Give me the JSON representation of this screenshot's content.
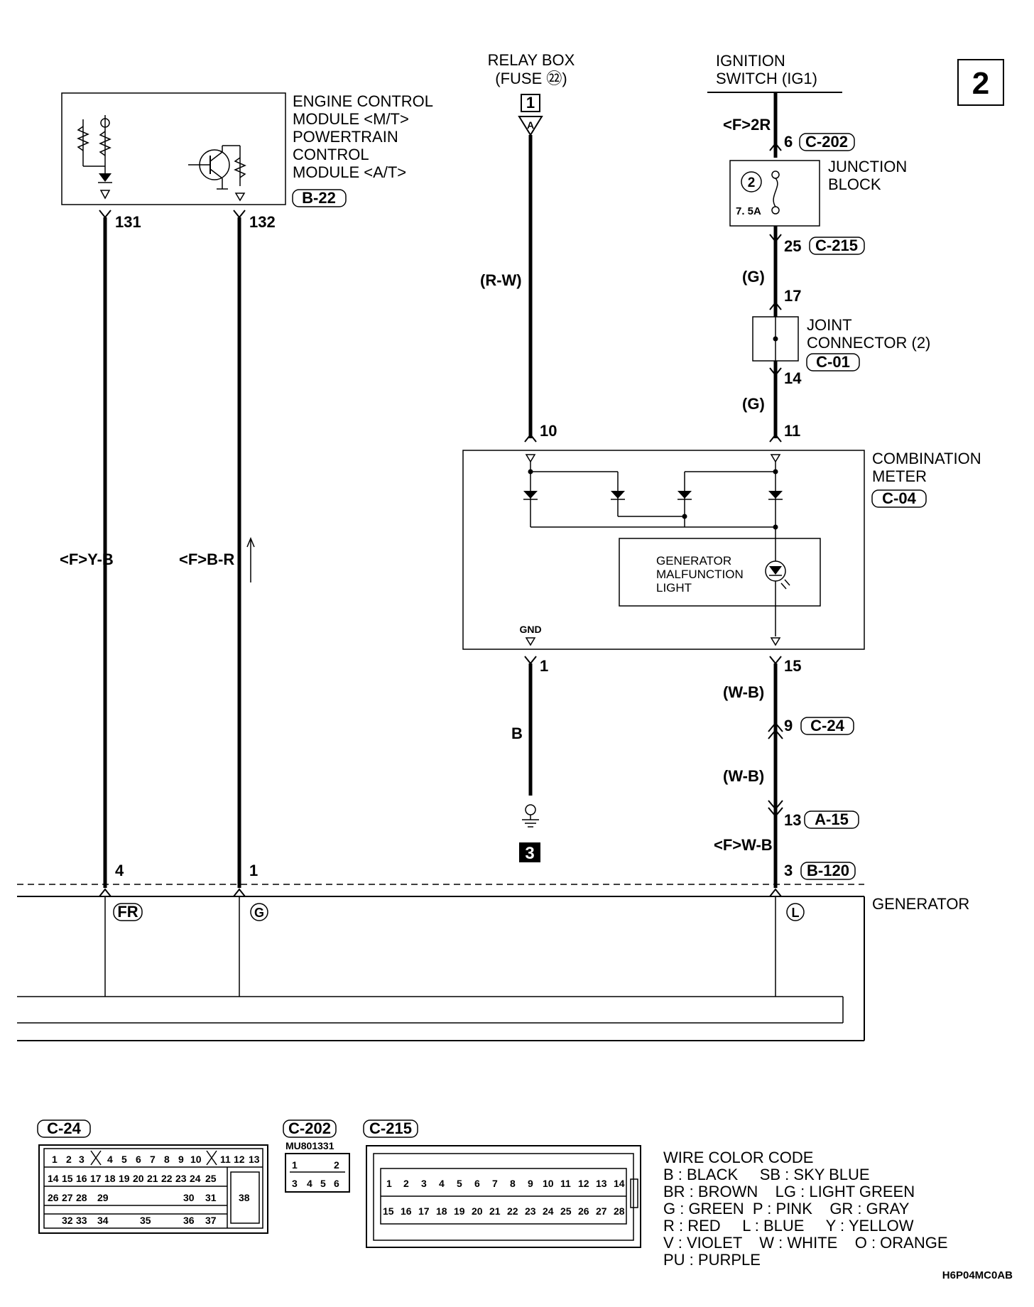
{
  "page_number": "2",
  "ecm": {
    "lines": [
      "ENGINE CONTROL",
      "MODULE <M/T>",
      "POWERTRAIN",
      "CONTROL",
      "MODULE <A/T>"
    ],
    "connector": "B-22",
    "pins": [
      "131",
      "132"
    ]
  },
  "relay_box": {
    "line1": "RELAY BOX",
    "line2": "(FUSE ㉒)",
    "terminal": "1",
    "terminal_letter": "A"
  },
  "ignition": {
    "line1": "IGNITION",
    "line2": "SWITCH (IG1)",
    "wire": "<F>2R",
    "pin": "6",
    "connector": "C-202"
  },
  "junction_block": {
    "line1": "JUNCTION",
    "line2": "BLOCK",
    "fuse_no": "2",
    "rating": "7. 5A",
    "pin_out": "25",
    "connector": "C-215"
  },
  "joint_connector": {
    "line1": "JOINT",
    "line2": "CONNECTOR (2)",
    "connector": "C-01",
    "pin_in": "17",
    "pin_out": "14",
    "wire_in": "(G)",
    "wire_out": "(G)"
  },
  "combination_meter": {
    "line1": "COMBINATION",
    "line2": "METER",
    "connector": "C-04",
    "pin_a": "10",
    "pin_b": "11",
    "pin_gnd": "1",
    "pin_out": "15",
    "gnd_label": "GND"
  },
  "generator_light": {
    "lines": [
      "GENERATOR",
      "MALFUNCTION",
      "LIGHT"
    ]
  },
  "wires": {
    "relay": "(R-W)",
    "fr": "<F>Y-B",
    "g": "<F>B-R",
    "ground": "B",
    "wb1": "(W-B)",
    "wb2": "(W-B)",
    "fwb": "<F>W-B"
  },
  "connectors": {
    "c24_pin": "9",
    "c24": "C-24",
    "a15_pin": "13",
    "a15": "A-15",
    "b120_pin": "3",
    "b120": "B-120",
    "gen_pin_fr": "4",
    "gen_pin_g": "1"
  },
  "ground_ref": "3",
  "generator": {
    "label": "GENERATOR",
    "t_fr": "FR",
    "t_g": "G",
    "t_l": "L"
  },
  "legend_connectors": {
    "c24_label": "C-24",
    "c202_label": "C-202",
    "c202_part": "MU801331",
    "c215_label": "C-215"
  },
  "wire_color_code": {
    "title": "WIRE COLOR CODE",
    "rows": [
      "B : BLACK     SB : SKY BLUE",
      "BR : BROWN    LG : LIGHT GREEN",
      "G : GREEN  P : PINK    GR : GRAY",
      "R : RED     L : BLUE     Y : YELLOW",
      "V : VIOLET    W : WHITE    O : ORANGE",
      "PU : PURPLE"
    ]
  },
  "doc_code": "H6P04MC0AB"
}
